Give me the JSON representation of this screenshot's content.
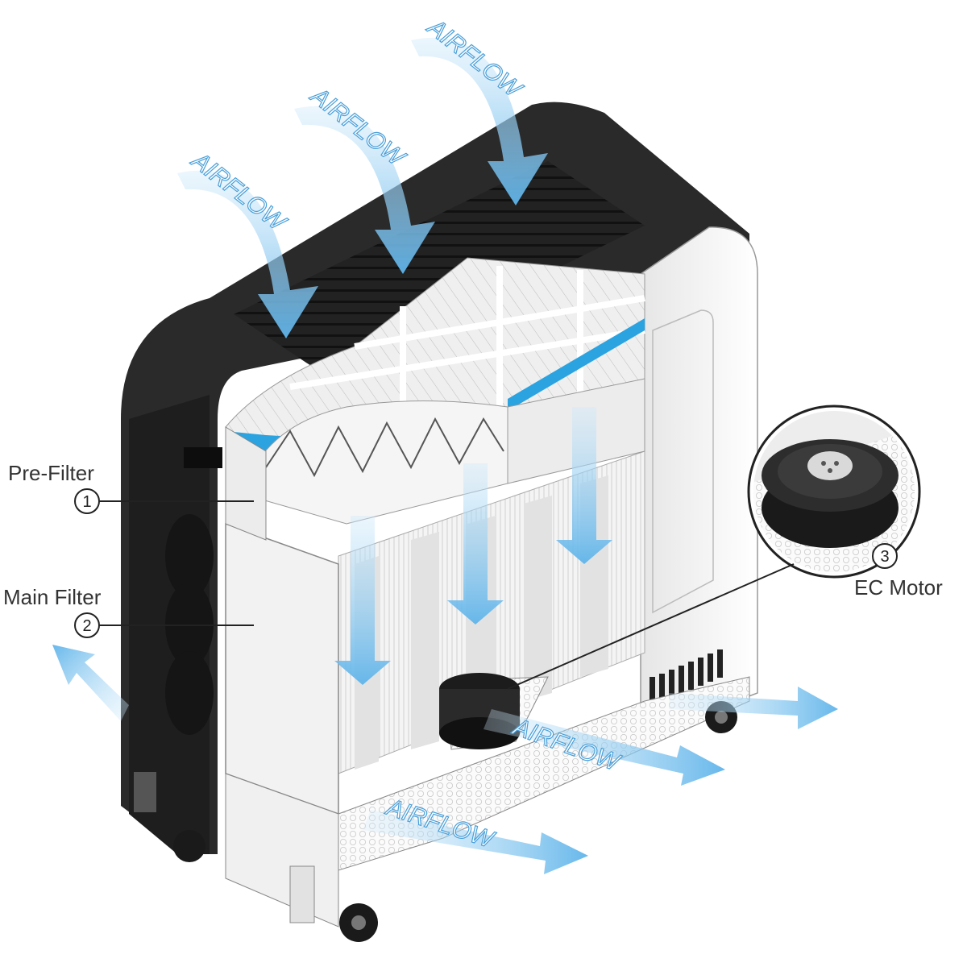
{
  "callouts": [
    {
      "number": "1",
      "label": "Pre-Filter"
    },
    {
      "number": "2",
      "label": "Main Filter"
    },
    {
      "number": "3",
      "label": "EC Motor"
    }
  ],
  "airflow_label": "AIRFLOW",
  "colors": {
    "housing_dark": "#2b2b2b",
    "housing_light": "#f2f2f2",
    "airflow_blue": "#8ccbf0",
    "accent_blue": "#2aa3e0",
    "filter_white": "#f7f7f7"
  }
}
